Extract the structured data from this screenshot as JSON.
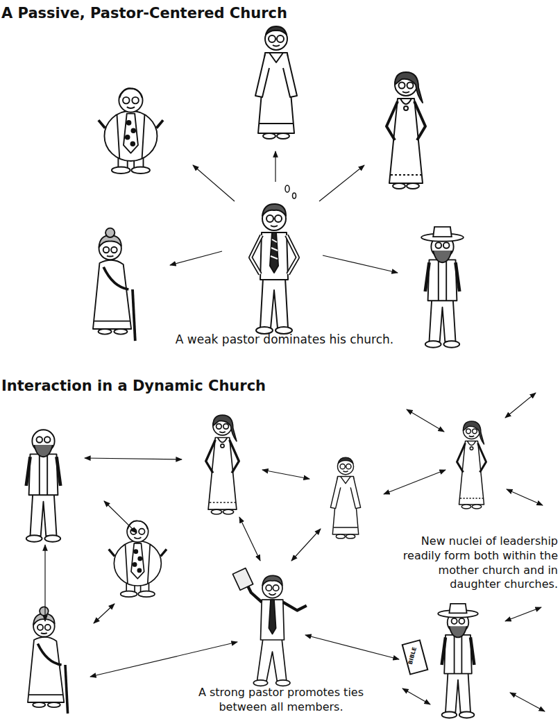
{
  "diagram": {
    "labels": [
      "A Passive, Pastor-Centered Church",
      "A weak pastor dominates his church.",
      "Interaction in a Dynamic Church",
      "New nuclei of leadership readily form both within the mother church and in daughter churches.",
      "BIBLE",
      "A strong pastor promotes ties between all members."
    ]
  }
}
